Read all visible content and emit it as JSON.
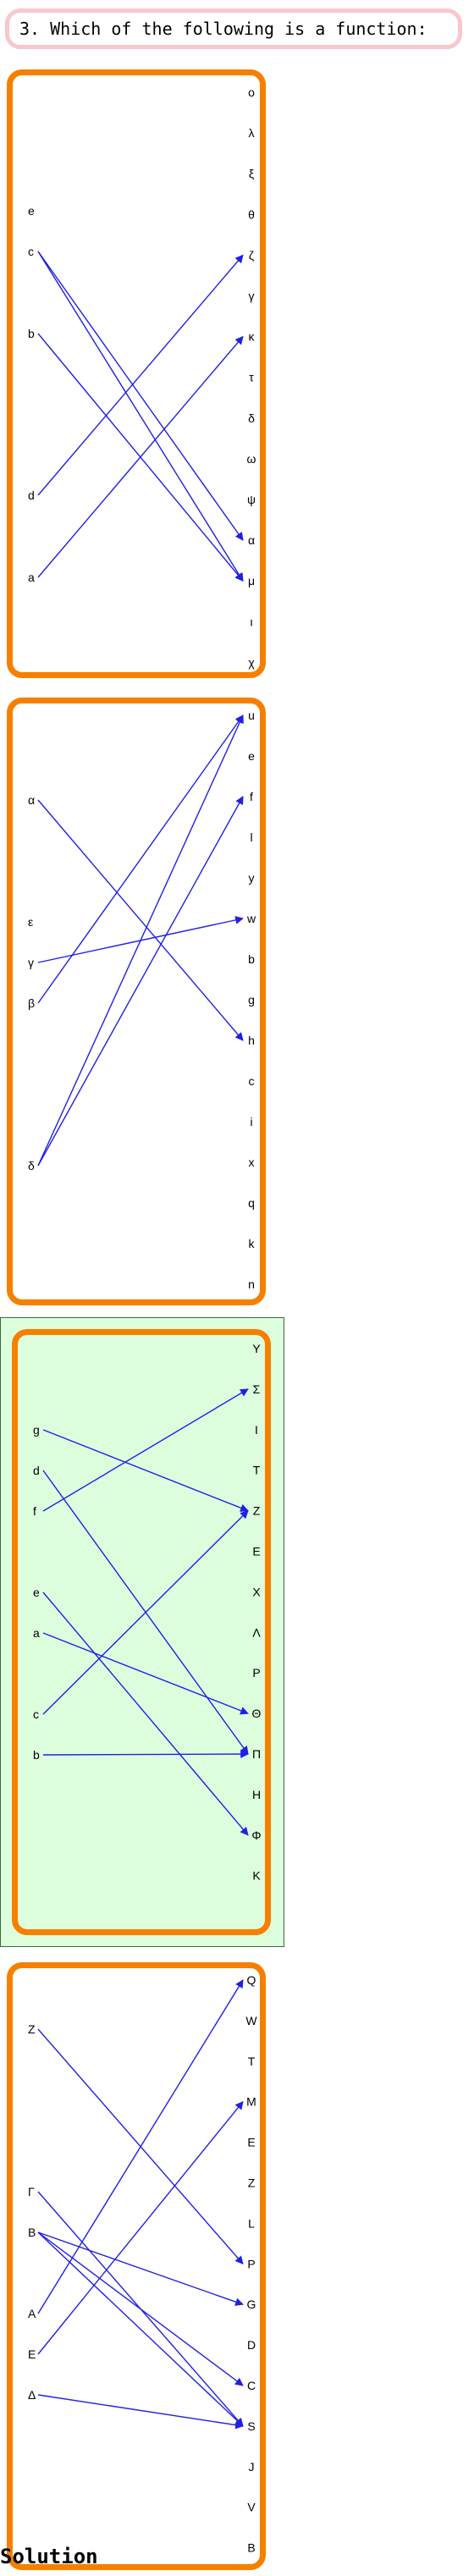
{
  "question": "3. Which of the following is a function:",
  "solution_label": "Solution",
  "colors": {
    "arrow": "#1f1fe6",
    "panel_border": "#f77f00",
    "selected_bg": "#ddfedd",
    "question_border": "#f8c7cc"
  },
  "panels": [
    {
      "selected": false,
      "left": [
        "e",
        "c",
        "b",
        "d",
        "a"
      ],
      "right": [
        "o",
        "λ",
        "ξ",
        "θ",
        "ζ",
        "γ",
        "κ",
        "τ",
        "δ",
        "ω",
        "ψ",
        "α",
        "μ",
        "ι",
        "χ"
      ],
      "edges": [
        [
          "c",
          "α"
        ],
        [
          "c",
          "μ"
        ],
        [
          "b",
          "μ"
        ],
        [
          "d",
          "ζ"
        ],
        [
          "a",
          "κ"
        ]
      ]
    },
    {
      "selected": false,
      "left": [
        "α",
        "ε",
        "γ",
        "β",
        "δ"
      ],
      "right": [
        "u",
        "e",
        "f",
        "l",
        "y",
        "w",
        "b",
        "g",
        "h",
        "c",
        "i",
        "x",
        "q",
        "k",
        "n"
      ],
      "edges": [
        [
          "α",
          "h"
        ],
        [
          "γ",
          "w"
        ],
        [
          "β",
          "u"
        ],
        [
          "δ",
          "u"
        ],
        [
          "δ",
          "f"
        ]
      ]
    },
    {
      "selected": true,
      "left": [
        "g",
        "d",
        "f",
        "e",
        "a",
        "c",
        "b"
      ],
      "right": [
        "Υ",
        "Σ",
        "Ι",
        "Τ",
        "Ζ",
        "Ε",
        "Χ",
        "Λ",
        "Ρ",
        "Θ",
        "Π",
        "Η",
        "Φ",
        "Κ"
      ],
      "edges": [
        [
          "g",
          "Ζ"
        ],
        [
          "d",
          "Π"
        ],
        [
          "f",
          "Σ"
        ],
        [
          "e",
          "Φ"
        ],
        [
          "a",
          "Θ"
        ],
        [
          "c",
          "Ζ"
        ],
        [
          "b",
          "Π"
        ]
      ]
    },
    {
      "selected": false,
      "left": [
        "Z",
        "Γ",
        "B",
        "A",
        "E",
        "Δ"
      ],
      "right": [
        "Q",
        "W",
        "T",
        "M",
        "E",
        "Z",
        "L",
        "P",
        "G",
        "D",
        "C",
        "S",
        "J",
        "V",
        "B"
      ],
      "edges": [
        [
          "Z",
          "P"
        ],
        [
          "Γ",
          "S"
        ],
        [
          "B",
          "G"
        ],
        [
          "B",
          "C"
        ],
        [
          "B",
          "S"
        ],
        [
          "A",
          "Q"
        ],
        [
          "E",
          "M"
        ],
        [
          "Δ",
          "S"
        ]
      ]
    }
  ]
}
